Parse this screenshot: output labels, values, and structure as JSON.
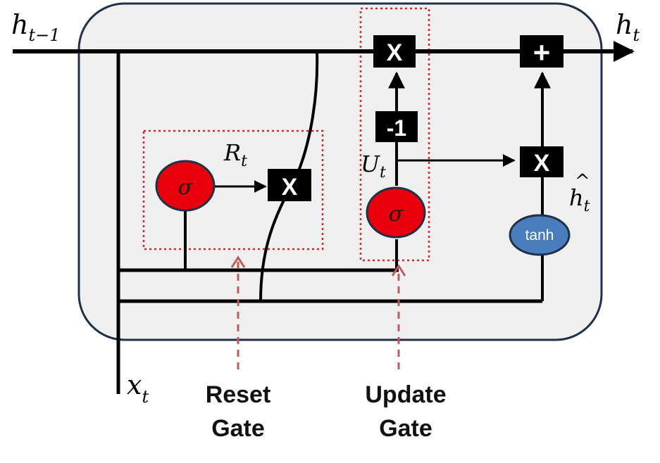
{
  "diagram": {
    "labels": {
      "h_prev": {
        "base": "h",
        "sub": "t−1"
      },
      "h_out": {
        "base": "h",
        "sub": "t"
      },
      "x_in": {
        "base": "x",
        "sub": "t"
      },
      "reset_signal": {
        "base": "R",
        "sub": "t"
      },
      "update_signal": {
        "base": "U",
        "sub": "t"
      },
      "candidate": {
        "base": "h",
        "hat": "^",
        "sub": "t"
      }
    },
    "ops": {
      "multiply": "X",
      "add": "+",
      "minus_one": "-1",
      "sigma": "σ",
      "tanh": "tanh"
    },
    "gates": {
      "reset": [
        "Reset",
        "Gate"
      ],
      "update": [
        "Update",
        "Gate"
      ]
    },
    "colors": {
      "cell_fill": "#f0f0f0",
      "cell_border": "#1f3149",
      "sigma_fill": "#e8000b",
      "tanh_fill": "#4a7dbe",
      "gate_box_border": "#e32222",
      "pointer": "#c25a5a"
    }
  }
}
